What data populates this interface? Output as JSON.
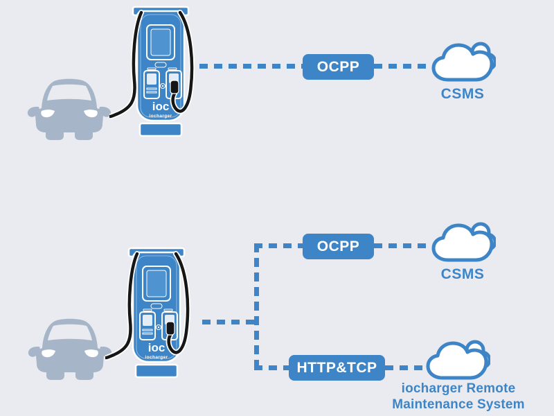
{
  "colors": {
    "background": "#e9ebf0",
    "blue": "#3d85c6",
    "car_gray": "#a6b5c8",
    "cable_black": "#161616",
    "screen_blue": "#4f93d1"
  },
  "charger": {
    "logo": "ioc",
    "brand": "iocharger"
  },
  "top_diagram": {
    "protocol_label": "OCPP",
    "cloud_label": "CSMS"
  },
  "bottom_diagram": {
    "ocpp_branch": {
      "protocol_label": "OCPP",
      "cloud_label": "CSMS"
    },
    "http_branch": {
      "protocol_label": "HTTP&TCP",
      "cloud_label_line1": "iocharger Remote",
      "cloud_label_line2": "Maintenance System"
    }
  }
}
